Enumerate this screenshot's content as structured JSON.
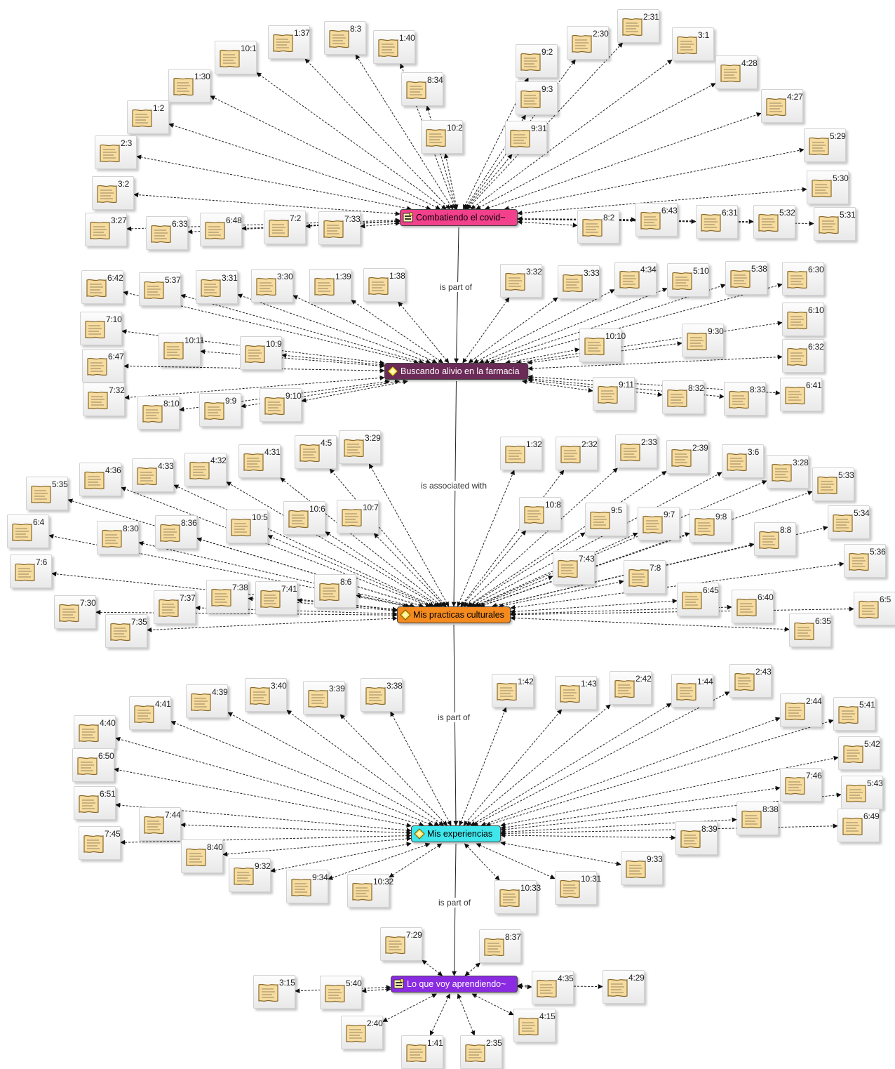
{
  "colors": {
    "c1": "#f2408c",
    "c2": "#6b2a57",
    "c3": "#f58b1e",
    "c4": "#3fe6ec",
    "c5": "#8a2be2"
  },
  "codes": [
    {
      "id": "c1",
      "label": "Combatiendo el covid~",
      "icon": "group-memo-icon"
    },
    {
      "id": "c2",
      "label": "Buscando alivio en la farmacia",
      "icon": "diamond-code-icon"
    },
    {
      "id": "c3",
      "label": "Mis practicas culturales",
      "icon": "diamond-code-icon"
    },
    {
      "id": "c4",
      "label": "Mis experiencias",
      "icon": "diamond-code-icon"
    },
    {
      "id": "c5",
      "label": "Lo que voy aprendiendo~",
      "icon": "group-memo-icon"
    }
  ],
  "relations": [
    {
      "from": "c1",
      "to": "c2",
      "label": "is part of"
    },
    {
      "from": "c2",
      "to": "c3",
      "label": "is associated with"
    },
    {
      "from": "c3",
      "to": "c4",
      "label": "is part of"
    },
    {
      "from": "c4",
      "to": "c5",
      "label": "is part of"
    }
  ],
  "quotations": {
    "c1": [
      "10:1",
      "1:37",
      "8:3",
      "1:40",
      "2:31",
      "2:30",
      "3:1",
      "9:2",
      "1:30",
      "4:28",
      "8:34",
      "9:3",
      "1:2",
      "4:27",
      "10:2",
      "9:31",
      "2:3",
      "5:29",
      "3:2",
      "5:30",
      "3:27",
      "6:33",
      "6:48",
      "7:2",
      "7:33",
      "8:2",
      "6:43",
      "6:31",
      "5:32",
      "5:31"
    ],
    "c2": [
      "6:42",
      "5:37",
      "3:31",
      "3:30",
      "1:39",
      "1:38",
      "3:32",
      "3:33",
      "4:34",
      "5:10",
      "5:38",
      "6:30",
      "7:10",
      "10:11",
      "10:9",
      "10:10",
      "9:30",
      "6:10",
      "6:47",
      "6:32",
      "7:32",
      "8:10",
      "9:9",
      "9:10",
      "9:11",
      "8:32",
      "8:33",
      "6:41"
    ],
    "c3": [
      "4:5",
      "3:29",
      "1:32",
      "2:32",
      "2:33",
      "2:39",
      "3:6",
      "4:31",
      "4:32",
      "4:33",
      "4:36",
      "3:28",
      "5:35",
      "5:33",
      "10:6",
      "10:7",
      "10:8",
      "10:5",
      "8:36",
      "8:30",
      "6:4",
      "9:5",
      "9:7",
      "9:8",
      "5:34",
      "8:8",
      "7:6",
      "7:43",
      "7:38",
      "7:41",
      "8:6",
      "7:8",
      "5:36",
      "7:37",
      "7:30",
      "7:35",
      "6:45",
      "6:40",
      "6:5",
      "6:35"
    ],
    "c4": [
      "1:42",
      "2:42",
      "2:43",
      "1:43",
      "1:44",
      "3:40",
      "3:39",
      "3:38",
      "4:39",
      "4:41",
      "2:44",
      "5:41",
      "4:40",
      "6:50",
      "5:42",
      "7:46",
      "5:43",
      "6:51",
      "7:44",
      "8:38",
      "6:49",
      "7:45",
      "8:39",
      "8:40",
      "9:32",
      "9:33",
      "9:34",
      "10:32",
      "10:33",
      "10:31"
    ],
    "c5": [
      "7:29",
      "8:37",
      "3:15",
      "5:40",
      "4:35",
      "4:29",
      "2:40",
      "4:15",
      "1:41",
      "2:35"
    ]
  }
}
